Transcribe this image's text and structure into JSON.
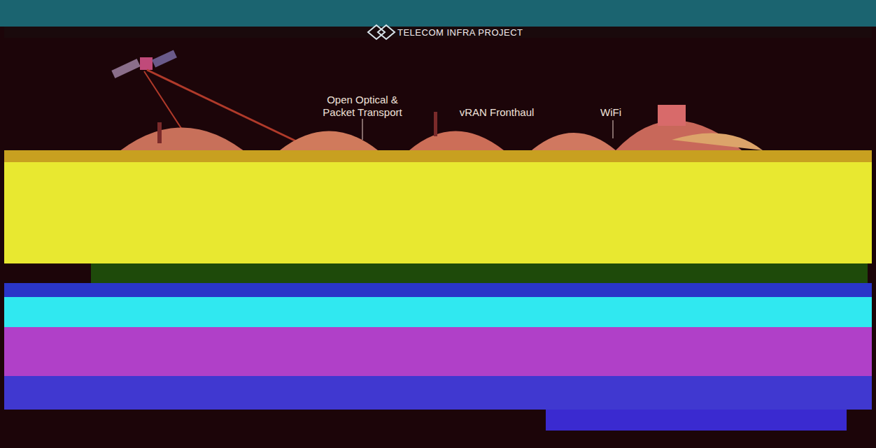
{
  "diagram": {
    "title": "TELECOM INFRA PROJECT",
    "labels": [
      "Open Optical & Packet Transport",
      "vRAN Fronthaul",
      "WiFi"
    ]
  }
}
